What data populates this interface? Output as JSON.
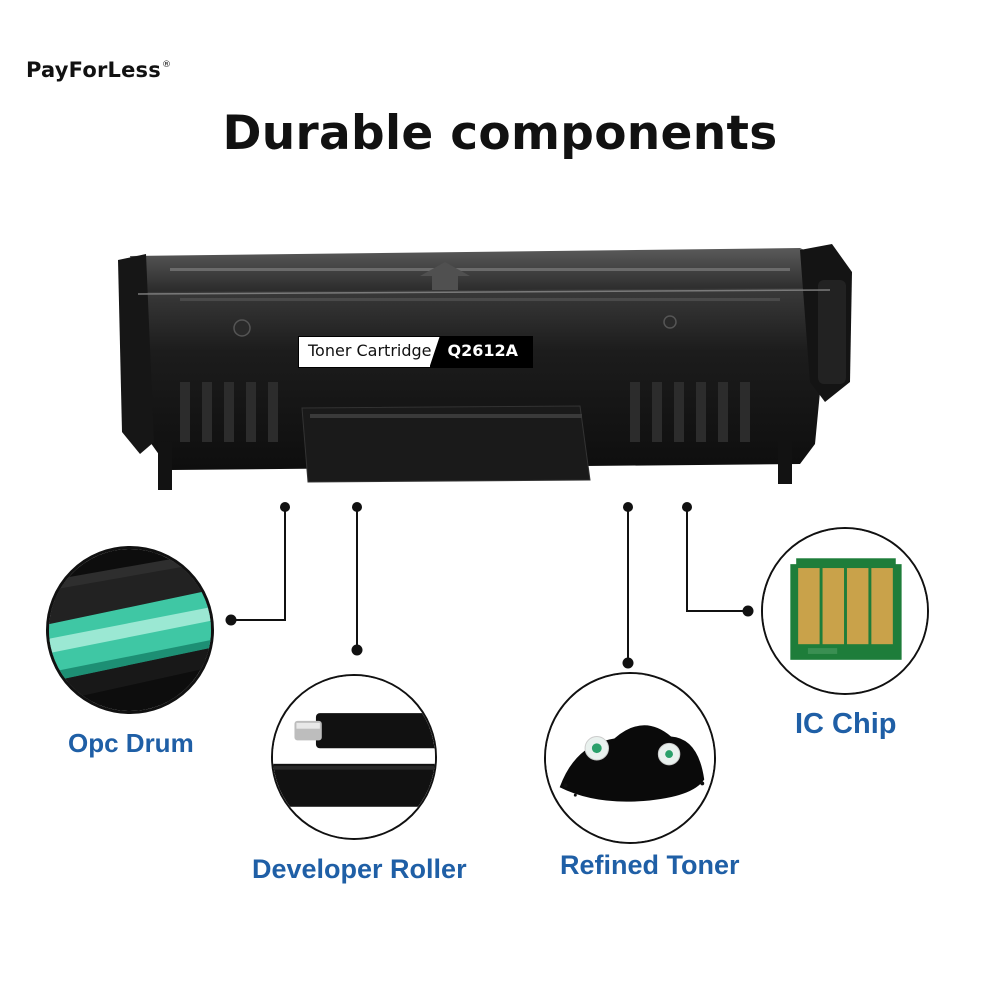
{
  "brand": {
    "name": "PayForLess",
    "mark": "®"
  },
  "headline": "Durable components",
  "product_label": {
    "text": "Toner Cartridge",
    "model": "Q2612A"
  },
  "components": [
    {
      "name": "Opc Drum",
      "icon": "opc-drum-icon"
    },
    {
      "name": "Developer Roller",
      "icon": "developer-roller-icon"
    },
    {
      "name": "Refined Toner",
      "icon": "toner-powder-icon"
    },
    {
      "name": "IC Chip",
      "icon": "ic-chip-icon"
    }
  ],
  "colors": {
    "caption": "#1f5fa6",
    "chip_pcb": "#1e7d3a",
    "chip_contact": "#c9a24a",
    "drum_coating": "#3fc7a4"
  }
}
